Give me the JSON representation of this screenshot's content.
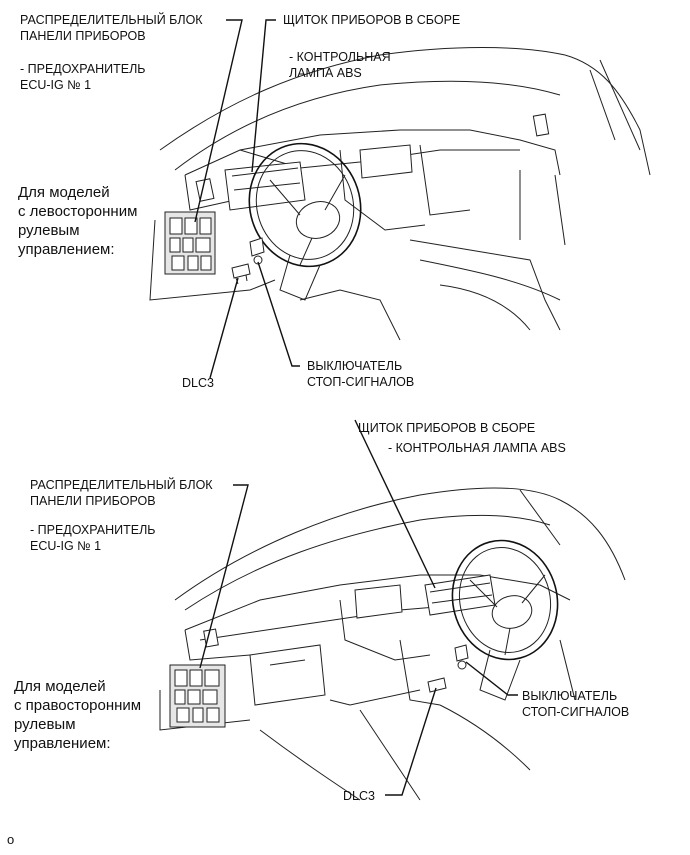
{
  "lhd": {
    "junction_block_line1": "РАСПРЕДЕЛИТЕЛЬНЫЙ БЛОК",
    "junction_block_line2": "ПАНЕЛИ ПРИБОРОВ",
    "fuse_line1": "- ПРЕДОХРАНИТЕЛЬ",
    "fuse_line2": "ECU-IG № 1",
    "meter_title": "ЩИТОК ПРИБОРОВ В СБОРЕ",
    "abs_line1": "- КОНТРОЛЬНАЯ",
    "abs_line2": "ЛАМПА ABS",
    "model_line1": "Для моделей",
    "model_line2": "с левосторонним",
    "model_line3": "рулевым",
    "model_line4": "управлением:",
    "stop_line1": "ВЫКЛЮЧАТЕЛЬ",
    "stop_line2": "СТОП-СИГНАЛОВ",
    "dlc3": "DLC3"
  },
  "rhd": {
    "meter_title": "ЩИТОК ПРИБОРОВ В СБОРЕ",
    "abs_line": "- КОНТРОЛЬНАЯ ЛАМПА ABS",
    "junction_block_line1": "РАСПРЕДЕЛИТЕЛЬНЫЙ БЛОК",
    "junction_block_line2": "ПАНЕЛИ ПРИБОРОВ",
    "fuse_line1": "- ПРЕДОХРАНИТЕЛЬ",
    "fuse_line2": "ECU-IG № 1",
    "model_line1": "Для моделей",
    "model_line2": "с правосторонним",
    "model_line3": "рулевым",
    "model_line4": "управлением:",
    "stop_line1": "ВЫКЛЮЧАТЕЛЬ",
    "stop_line2": "СТОП-СИГНАЛОВ",
    "dlc3": "DLC3"
  },
  "footer_mark": "o"
}
